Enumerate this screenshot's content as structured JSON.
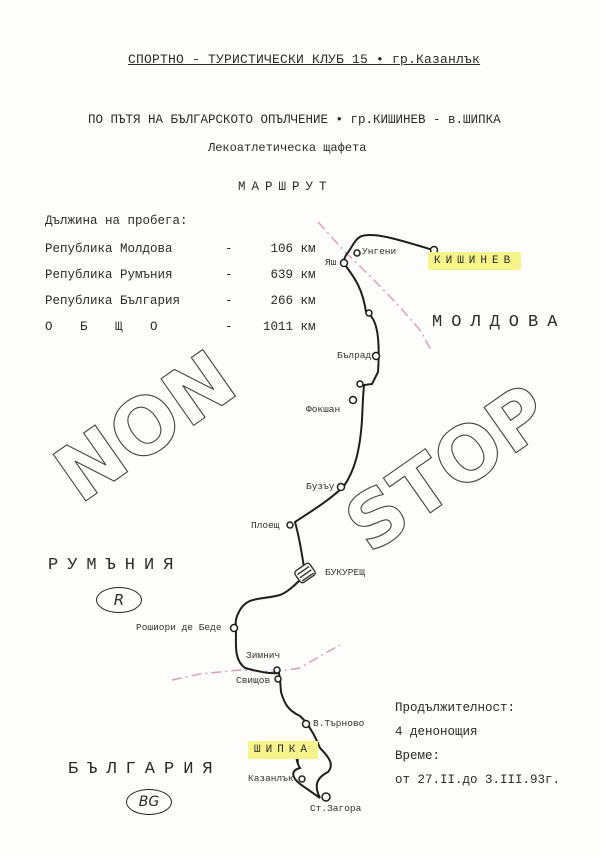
{
  "header": {
    "club": "СПОРТНО - ТУРИСТИЧЕСКИ КЛУБ 15 • гр.Казанлък",
    "event": "ПО ПЪТЯ НА БЪЛГАРСКОТО ОПЪЛЧЕНИЕ • гр.КИШИНЕВ - в.ШИПКА",
    "subtitle": "Лекоатлетическа щафета",
    "route_title": "МАРШРУТ"
  },
  "distances": {
    "heading": "Дължина на пробега:",
    "rows": [
      {
        "name": "Република Молдова",
        "dash": "-",
        "value": "106",
        "unit": "км"
      },
      {
        "name": "Република Румъния",
        "dash": "-",
        "value": "639",
        "unit": "км"
      },
      {
        "name": "Република България",
        "dash": "-",
        "value": "266",
        "unit": "км"
      },
      {
        "name": "О Б Щ О",
        "dash": "-",
        "value": "1011",
        "unit": "км"
      }
    ]
  },
  "map": {
    "stamp_words": [
      "NON",
      "STOP"
    ],
    "countries": {
      "moldova": "МОЛДОВА",
      "romania": "РУМЪНИЯ",
      "romania_code": "R",
      "bulgaria": "БЪЛГАРИЯ",
      "bulgaria_code": "BG"
    },
    "start": "КИШИНЕВ",
    "finish": "ШИПКА",
    "highlight_color": "#f6f58a",
    "border_color": "#d9a3b4",
    "route_color": "#1e1e1e",
    "cities": [
      {
        "name": "Унгени"
      },
      {
        "name": "Яш"
      },
      {
        "name": "Бълрад"
      },
      {
        "name": "Фокшан"
      },
      {
        "name": "Бузъу"
      },
      {
        "name": "Плоещ"
      },
      {
        "name": "БУКУРЕЩ"
      },
      {
        "name": "Рошиори де Беде"
      },
      {
        "name": "Зимнич"
      },
      {
        "name": "Свищов"
      },
      {
        "name": "В.Търново"
      },
      {
        "name": "Казанлък"
      },
      {
        "name": "Ст.Загора"
      }
    ]
  },
  "info": {
    "duration_label": "Продължителност:",
    "duration_value": "4 денонощия",
    "time_label": "Време:",
    "time_value": "от 27.II.до 3.III.93г."
  }
}
